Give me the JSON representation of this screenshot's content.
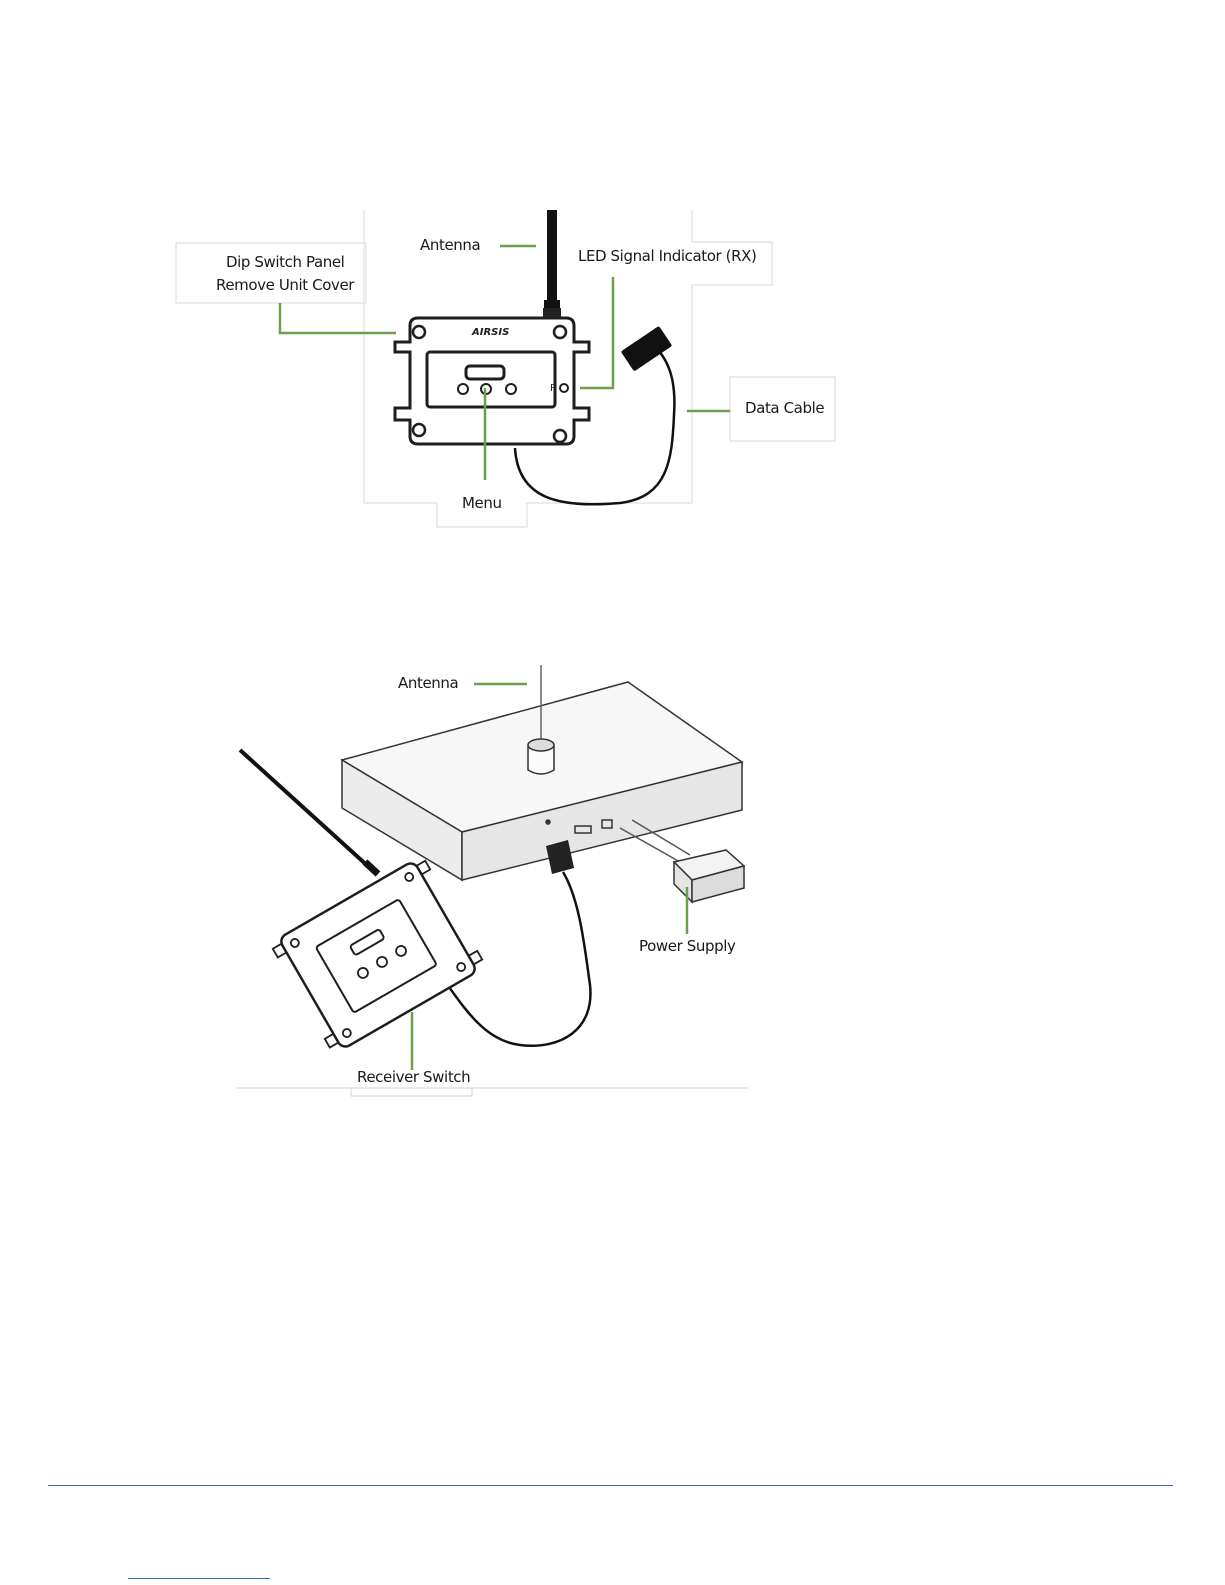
{
  "figure1": {
    "labels": {
      "antenna": "Antenna",
      "dip_switch_line1": "Dip Switch Panel",
      "dip_switch_line2": "Remove Unit Cover",
      "led": "LED Signal Indicator (RX)",
      "data_cable": "Data Cable",
      "menu": "Menu"
    }
  },
  "figure2": {
    "labels": {
      "antenna": "Antenna",
      "power_supply": "Power Supply",
      "receiver_switch": "Receiver Switch"
    }
  },
  "colors": {
    "callout_line": "#6ea04a",
    "footer_rule": "#2f6db5",
    "device_outline": "#222222"
  }
}
